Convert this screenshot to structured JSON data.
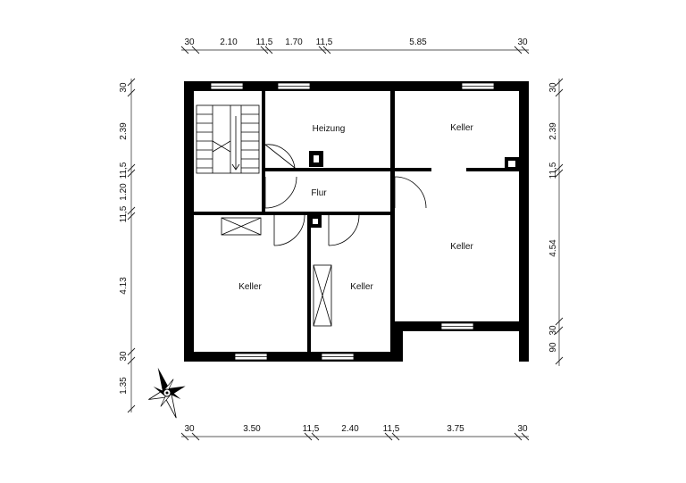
{
  "dimensions": {
    "top": [
      "30",
      "2.10",
      "11,5",
      "1.70",
      "11,5",
      "5.85",
      "30"
    ],
    "bottom": [
      "30",
      "3.50",
      "11,5",
      "2.40",
      "11,5",
      "3.75",
      "30"
    ],
    "left": [
      "30",
      "2.39",
      "11,5",
      "1.20",
      "11,5",
      "4.13",
      "30",
      "1.35"
    ],
    "right": [
      "30",
      "2.39",
      "11,5",
      "4.54",
      "30",
      "90"
    ]
  },
  "rooms": {
    "heizung": "Heizung",
    "keller_ne": "Keller",
    "flur": "Flur",
    "keller_e": "Keller",
    "keller_sw": "Keller",
    "keller_s": "Keller"
  },
  "icons": {
    "compass": "compass-rose-icon"
  }
}
